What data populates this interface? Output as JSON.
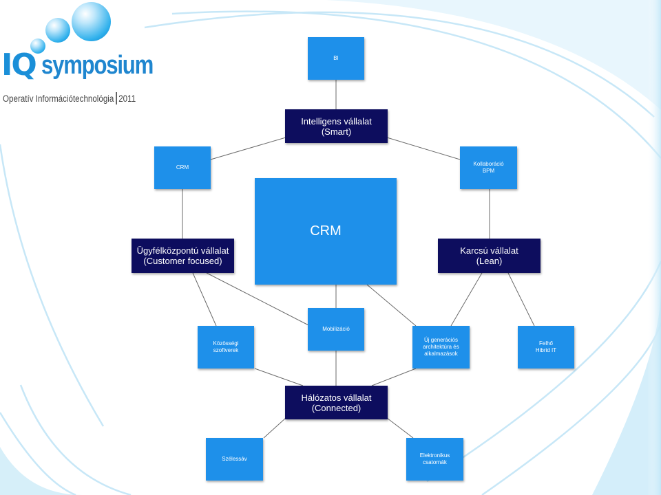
{
  "logo": {
    "iq": "IQ",
    "word": "symposium",
    "tagline": "Operatív Információtechnológia",
    "year": "2011"
  },
  "nodes": {
    "bi": "BI",
    "smart": "Intelligens vállalat\n(Smart)",
    "crm_small": "CRM",
    "kollab": "Kollaboráció\nBPM",
    "crm_center": "CRM",
    "customer": "Ügyfélközpontú vállalat\n(Customer focused)",
    "lean": "Karcsú vállalat\n(Lean)",
    "mobil": "Mobilizáció",
    "kozossegi": "Közösségi\nszoftverek",
    "uj_gen": "Új generációs\narchitektúra és\nalkalmazások",
    "felho": "Felhő\nHibrid IT",
    "connected": "Hálózatos vállalat\n(Connected)",
    "szeles": "Szélessáv",
    "elektron": "Elektronikus\ncsatornák"
  },
  "colors": {
    "blue_box": "#1e90ea",
    "navy_box": "#0d0d5e",
    "background_arc": "#cfeaf8"
  }
}
